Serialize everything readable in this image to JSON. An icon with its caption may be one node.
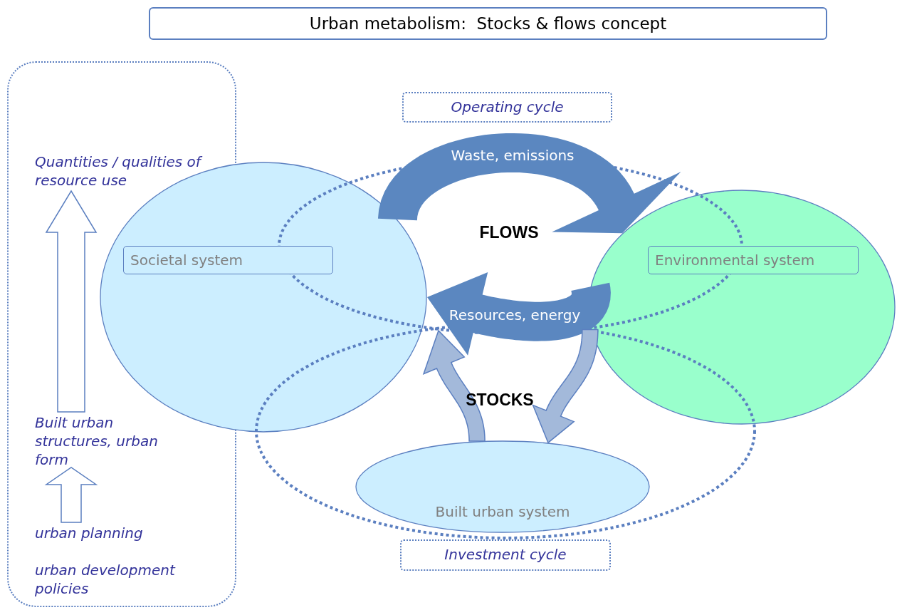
{
  "diagram": {
    "title": "Urban metabolism:  Stocks & flows concept",
    "nodes": [
      {
        "text": [],
        "shape": "box"
      },
      {
        "text": [
          "Quantities / qualities of resource use"
        ],
        "in": 0
      },
      {
        "text": [
          "Built urban structures, urban form"
        ],
        "in": 0
      },
      {
        "text": [
          "urban planning"
        ],
        "in": 0
      },
      {
        "text": [
          "urban development policies"
        ],
        "in": 0
      },
      {
        "text": [
          "Operating cycle"
        ]
      },
      {
        "text": [
          "FLOWS"
        ]
      },
      {
        "text": [
          "Societal system"
        ]
      },
      {
        "text": [
          "Environmental system"
        ]
      },
      {
        "text": [
          "STOCKS"
        ]
      },
      {
        "text": [
          "Built urban system"
        ],
        "in": 9
      },
      {
        "text": [
          "Investment cycle"
        ]
      }
    ],
    "edges": [
      {
        "from": 2,
        "to": 1,
        "arrow": "to",
        "color": "#ffffff"
      },
      {
        "from": 3,
        "to": 2,
        "arrow": "to",
        "color": "#ffffff"
      },
      {
        "from": 7,
        "to": 8,
        "arrow": "to",
        "label": "Waste, emissions"
      },
      {
        "from": 8,
        "to": 7,
        "arrow": "to",
        "label": "Resources, energy"
      },
      {
        "from": 10,
        "to": 6,
        "arrow": "to",
        "color": "#a3b9da"
      },
      {
        "from": 6,
        "to": 10,
        "arrow": "to",
        "color": "#a3b9da"
      }
    ]
  }
}
